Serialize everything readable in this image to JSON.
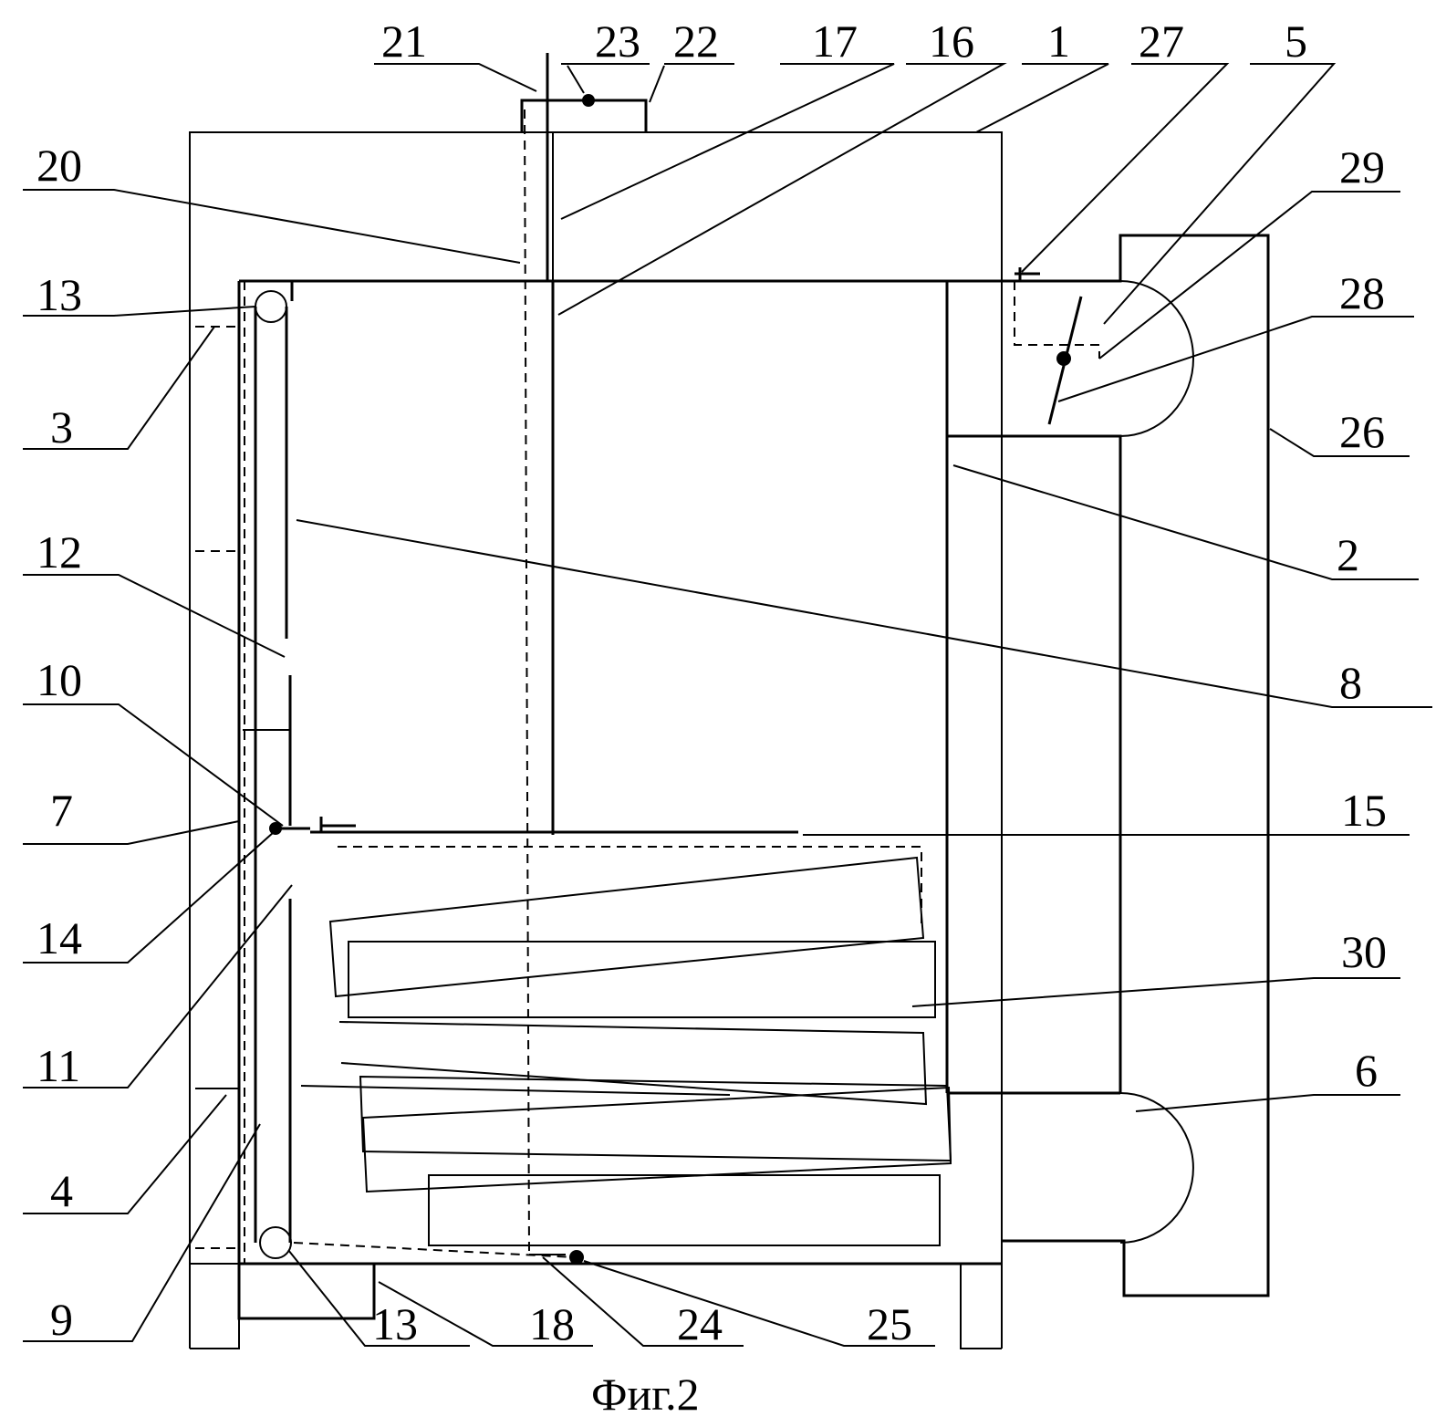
{
  "caption": "Фиг.2",
  "labels": {
    "l1": "1",
    "l2": "2",
    "l3": "3",
    "l4": "4",
    "l5": "5",
    "l6": "6",
    "l7": "7",
    "l8": "8",
    "l9": "9",
    "l10": "10",
    "l11": "11",
    "l12": "12",
    "l13a": "13",
    "l13b": "13",
    "l14": "14",
    "l15": "15",
    "l16": "16",
    "l17": "17",
    "l18": "18",
    "l20": "20",
    "l21": "21",
    "l22": "22",
    "l23": "23",
    "l24": "24",
    "l25": "25",
    "l26": "26",
    "l27": "27",
    "l28": "28",
    "l29": "29",
    "l30": "30"
  }
}
